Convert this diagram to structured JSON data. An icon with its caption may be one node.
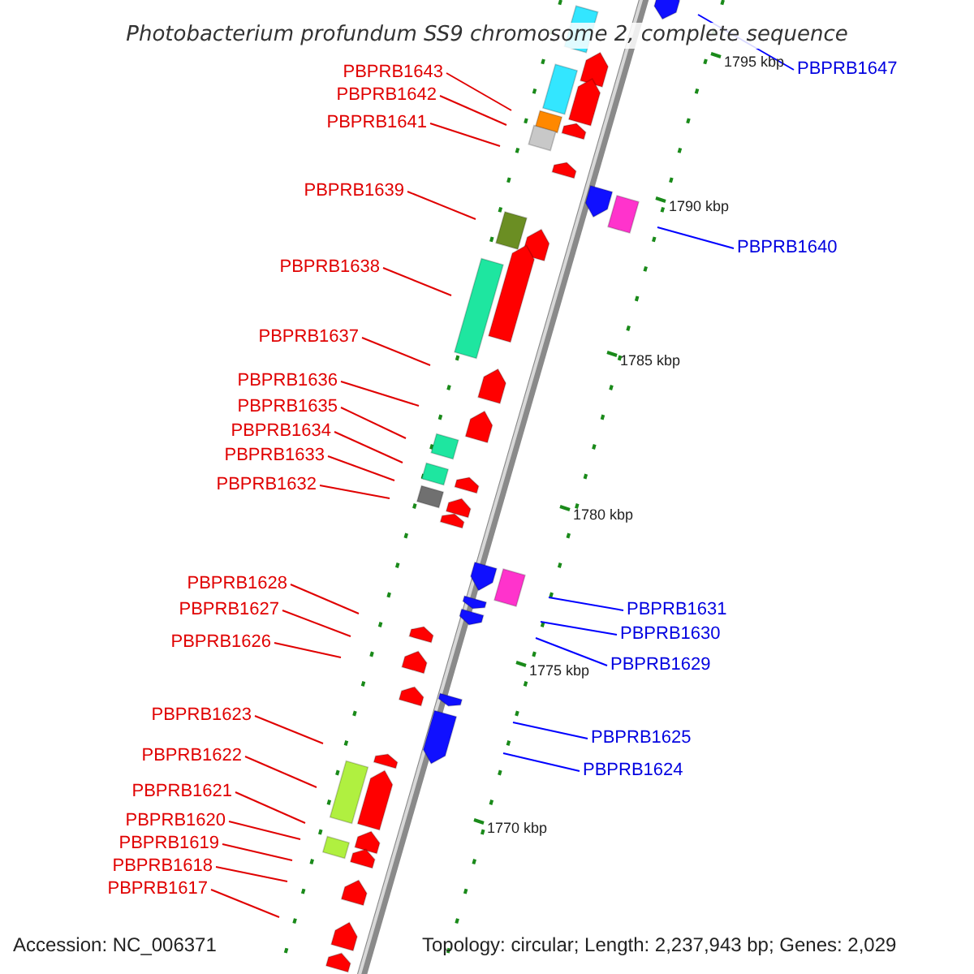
{
  "diagram": {
    "title": "Photobacterium profundum SS9 chromosome 2, complete sequence",
    "nodes": [
      {
        "text": [
          "PBPRB1647"
        ]
      },
      {
        "text": [
          "PBPRB1643"
        ]
      },
      {
        "text": [
          "PBPRB1642"
        ]
      },
      {
        "text": [
          "PBPRB1641"
        ]
      },
      {
        "text": [
          "PBPRB1639"
        ]
      },
      {
        "text": [
          "PBPRB1640"
        ]
      },
      {
        "text": [
          "PBPRB1638"
        ]
      },
      {
        "text": [
          "PBPRB1637"
        ]
      },
      {
        "text": [
          "PBPRB1636"
        ]
      },
      {
        "text": [
          "PBPRB1635"
        ]
      },
      {
        "text": [
          "PBPRB1634"
        ]
      },
      {
        "text": [
          "PBPRB1633"
        ]
      },
      {
        "text": [
          "PBPRB1632"
        ]
      },
      {
        "text": [
          "PBPRB1628"
        ]
      },
      {
        "text": [
          "PBPRB1631"
        ]
      },
      {
        "text": [
          "PBPRB1627"
        ]
      },
      {
        "text": [
          "PBPRB1630"
        ]
      },
      {
        "text": [
          "PBPRB1626"
        ]
      },
      {
        "text": [
          "PBPRB1629"
        ]
      },
      {
        "text": [
          "PBPRB1623"
        ]
      },
      {
        "text": [
          "PBPRB1625"
        ]
      },
      {
        "text": [
          "PBPRB1622"
        ]
      },
      {
        "text": [
          "PBPRB1624"
        ]
      },
      {
        "text": [
          "PBPRB1621"
        ]
      },
      {
        "text": [
          "PBPRB1620"
        ]
      },
      {
        "text": [
          "PBPRB1619"
        ]
      },
      {
        "text": [
          "PBPRB1618"
        ]
      },
      {
        "text": [
          "PBPRB1617"
        ]
      }
    ],
    "edges": [
      {
        "from": 0,
        "to": null,
        "arrow": "none",
        "color": "#0000ff"
      },
      {
        "from": 1,
        "to": null,
        "arrow": "none"
      },
      {
        "from": 2,
        "to": null,
        "arrow": "none"
      },
      {
        "from": 3,
        "to": null,
        "arrow": "none"
      },
      {
        "from": 4,
        "to": null,
        "arrow": "none"
      },
      {
        "from": 5,
        "to": null,
        "arrow": "none",
        "color": "#0000ff"
      },
      {
        "from": 6,
        "to": null,
        "arrow": "none"
      },
      {
        "from": 7,
        "to": null,
        "arrow": "none"
      },
      {
        "from": 8,
        "to": null,
        "arrow": "none"
      },
      {
        "from": 9,
        "to": null,
        "arrow": "none"
      },
      {
        "from": 10,
        "to": null,
        "arrow": "none"
      },
      {
        "from": 11,
        "to": null,
        "arrow": "none"
      },
      {
        "from": 12,
        "to": null,
        "arrow": "none"
      },
      {
        "from": 13,
        "to": null,
        "arrow": "none"
      },
      {
        "from": 14,
        "to": null,
        "arrow": "none",
        "color": "#0000ff"
      },
      {
        "from": 15,
        "to": null,
        "arrow": "none"
      },
      {
        "from": 16,
        "to": null,
        "arrow": "none",
        "color": "#0000ff"
      },
      {
        "from": 17,
        "to": null,
        "arrow": "none"
      },
      {
        "from": 18,
        "to": null,
        "arrow": "none",
        "color": "#0000ff"
      },
      {
        "from": 19,
        "to": null,
        "arrow": "none"
      },
      {
        "from": 20,
        "to": null,
        "arrow": "none",
        "color": "#0000ff"
      },
      {
        "from": 21,
        "to": null,
        "arrow": "none"
      },
      {
        "from": 22,
        "to": null,
        "arrow": "none",
        "color": "#0000ff"
      },
      {
        "from": 23,
        "to": null,
        "arrow": "none"
      },
      {
        "from": 24,
        "to": null,
        "arrow": "none"
      },
      {
        "from": 25,
        "to": null,
        "arrow": "none"
      },
      {
        "from": 26,
        "to": null,
        "arrow": "none"
      },
      {
        "from": 27,
        "to": null,
        "arrow": "none"
      }
    ],
    "labels": [
      "1795 kbp",
      "1790 kbp",
      "1785 kbp",
      "1780 kbp",
      "1775 kbp",
      "1770 kbp",
      "Accession: NC_006371",
      "Topology: circular; Length: 2,237,943 bp; Genes: 2,029"
    ]
  }
}
